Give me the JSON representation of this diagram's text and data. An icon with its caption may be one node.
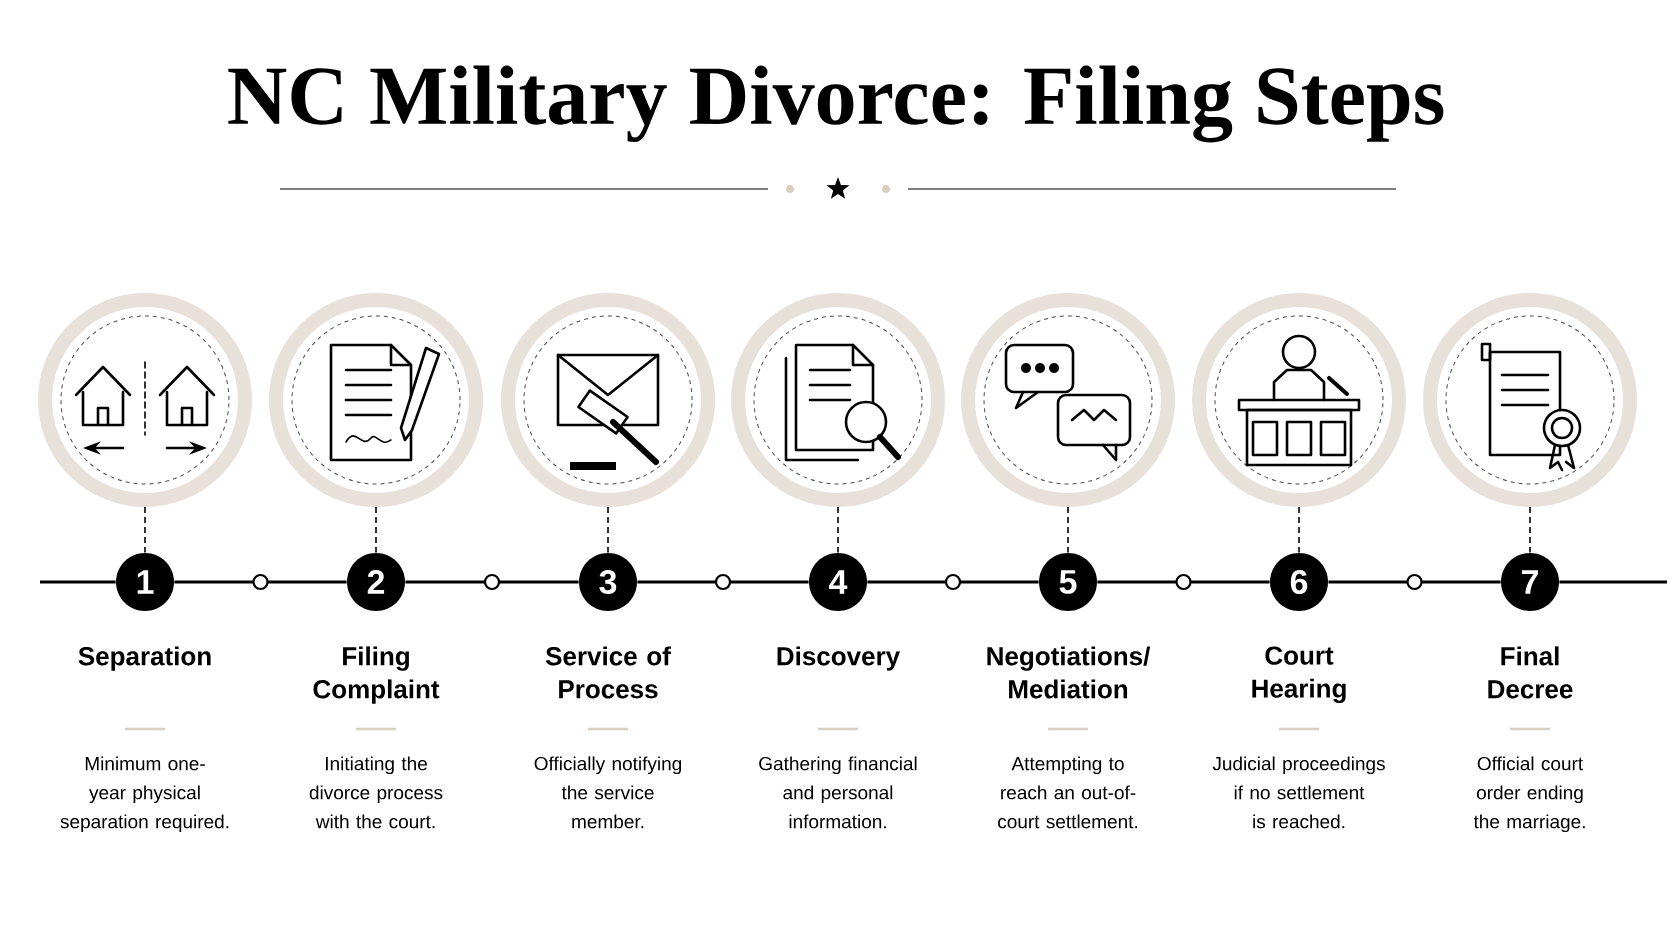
{
  "diagram": {
    "title": "NC Military Divorce: Filing Steps",
    "nodes": [
      {
        "text": [],
        "shape": "circle"
      },
      {
        "text": [
          "1"
        ],
        "beside": [
          "Separation"
        ]
      },
      {
        "text": [],
        "shape": "circle"
      },
      {
        "text": [
          "2"
        ],
        "beside": [
          "Filing Complaint"
        ]
      },
      {
        "text": [],
        "shape": "circle"
      },
      {
        "text": [
          "3"
        ],
        "beside": [
          "Service of Process"
        ]
      },
      {
        "text": [],
        "shape": "circle"
      },
      {
        "text": [
          "4"
        ],
        "beside": [
          "Discovery"
        ]
      },
      {
        "text": [],
        "shape": "circle"
      },
      {
        "text": [
          "5"
        ],
        "beside": [
          "Negotiations/ Mediation"
        ]
      },
      {
        "text": [],
        "shape": "circle"
      },
      {
        "text": [
          "6"
        ],
        "beside": [
          "Court Hearing"
        ]
      },
      {
        "text": [],
        "shape": "circle"
      },
      {
        "text": [
          "7"
        ],
        "beside": [
          "Final Decree"
        ]
      }
    ],
    "labels": [
      "Minimum one-year physical separation required.",
      "Initiating the divorce process with the court.",
      "Officially notifying the service member.",
      "Gathering financial and personal information.",
      "Attempting to reach an out-of-court settlement.",
      "Judicial proceedings if no settlement is reached.",
      "Official court order ending the marriage."
    ],
    "edges": [
      {
        "from": 0,
        "to": 1,
        "arrow": "none",
        "style": "dashed"
      },
      {
        "from": 2,
        "to": 3,
        "arrow": "none",
        "style": "dashed"
      },
      {
        "from": 4,
        "to": 5,
        "arrow": "none",
        "style": "dashed"
      },
      {
        "from": 6,
        "to": 7,
        "arrow": "none",
        "style": "dashed"
      },
      {
        "from": 8,
        "to": 9,
        "arrow": "none",
        "style": "dashed"
      },
      {
        "from": 10,
        "to": 11,
        "arrow": "none",
        "style": "dashed"
      },
      {
        "from": 12,
        "to": 13,
        "arrow": "none",
        "style": "dashed"
      },
      {
        "from": 1,
        "to": 3,
        "arrow": "none"
      },
      {
        "from": 3,
        "to": 5,
        "arrow": "none"
      },
      {
        "from": 5,
        "to": 7,
        "arrow": "none"
      },
      {
        "from": 7,
        "to": 9,
        "arrow": "none"
      },
      {
        "from": 9,
        "to": 11,
        "arrow": "none"
      },
      {
        "from": 11,
        "to": 13,
        "arrow": "none"
      }
    ]
  }
}
